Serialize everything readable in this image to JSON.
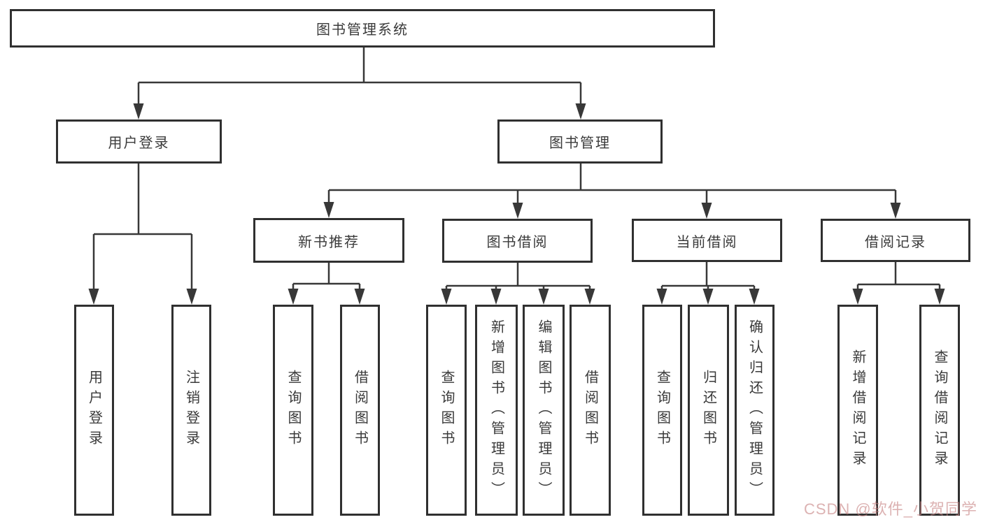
{
  "tree": {
    "root": {
      "label": "图书管理系统",
      "children": [
        {
          "label": "用户登录",
          "children": [
            {
              "label": "用户登录"
            },
            {
              "label": "注销登录"
            }
          ]
        },
        {
          "label": "图书管理",
          "children": [
            {
              "label": "新书推荐",
              "children": [
                {
                  "label": "查询图书"
                },
                {
                  "label": "借阅图书"
                }
              ]
            },
            {
              "label": "图书借阅",
              "children": [
                {
                  "label": "查询图书"
                },
                {
                  "label": "新增图书（管理员）"
                },
                {
                  "label": "编辑图书（管理员）"
                },
                {
                  "label": "借阅图书"
                }
              ]
            },
            {
              "label": "当前借阅",
              "children": [
                {
                  "label": "查询图书"
                },
                {
                  "label": "归还图书"
                },
                {
                  "label": "确认归还（管理员）"
                }
              ]
            },
            {
              "label": "借阅记录",
              "children": [
                {
                  "label": "新增借阅记录"
                },
                {
                  "label": "查询借阅记录"
                }
              ]
            }
          ]
        }
      ]
    }
  },
  "watermark": {
    "text": "CSDN @软件_小贺同学",
    "color": "#c68282"
  },
  "colors": {
    "background": "#ffffff",
    "box_border": "#303030",
    "connector_line": "#383838",
    "text": "#3a3a3a"
  }
}
